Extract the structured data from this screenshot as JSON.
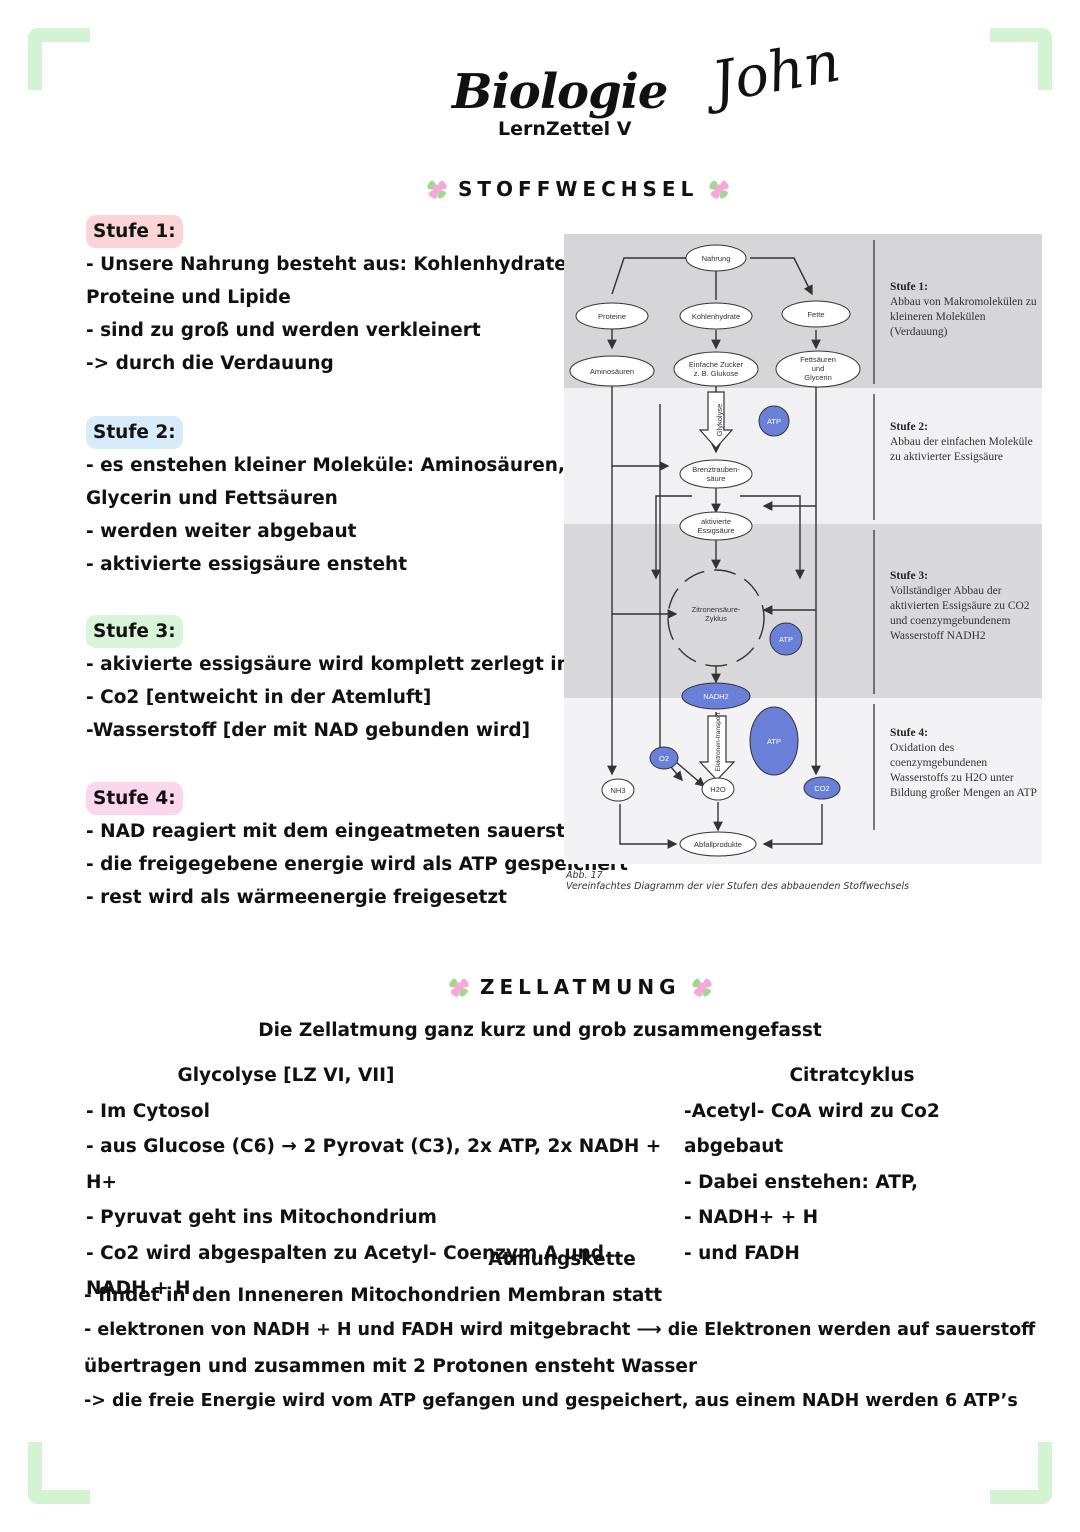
{
  "header": {
    "title": "Biologie",
    "subtitle": "LernZettel V",
    "signature": "John"
  },
  "stoffwechsel": {
    "heading": "STOFFWECHSEL",
    "stages": [
      {
        "label": "Stufe 1:",
        "color": "#fbd5d5",
        "lines": [
          "- Unsere Nahrung besteht aus: Kohlenhydraten,",
          "Proteine und Lipide",
          "- sind zu groß und werden verkleinert",
          "-> durch die Verdauung"
        ]
      },
      {
        "label": "Stufe 2:",
        "color": "#d7ebfb",
        "lines": [
          "- es enstehen kleiner Moleküle: Aminosäuren,",
          "Glycerin und Fettsäuren",
          "- werden weiter abgebaut",
          "- aktivierte essigsäure ensteht"
        ]
      },
      {
        "label": "Stufe 3:",
        "color": "#d9f5d9",
        "lines": [
          "- akivierte essigsäure wird komplett zerlegt in:",
          "- Co2 [entweicht in der Atemluft]",
          "-Wasserstoff [der mit NAD gebunden wird]"
        ]
      },
      {
        "label": "Stufe 4:",
        "color": "#fbd7ee",
        "lines": [
          "- NAD reagiert mit dem eingeatmeten sauerstoff",
          "- die freigegebene energie wird als ATP gespeichert",
          "- rest wird als wärmeenergie freigesetzt"
        ]
      }
    ]
  },
  "diagram": {
    "nodes": {
      "nahrung": "Nahrung",
      "proteine": "Proteine",
      "kohlenhydrate": "Kohlenhydrate",
      "fette": "Fette",
      "aminosaeuren": "Aminosäuren",
      "zucker1": "Einfache Zucker",
      "zucker2": "z. B. Glukose",
      "fettsaeuren1": "Fettsäuren",
      "fettsaeuren2": "und",
      "fettsaeuren3": "Glycerin",
      "glykolyse": "Glykolyse",
      "atp": "ATP",
      "brenz1": "Brenztrauben-",
      "brenz2": "säure",
      "essig1": "aktivierte",
      "essig2": "Essigsäure",
      "zitronen1": "Zitronensäure-",
      "zitronen2": "Zyklus",
      "nadh": "NADH2",
      "elektronen": "Elektronen-transport",
      "o2": "O2",
      "nh3": "NH3",
      "h2o": "H2O",
      "co2": "CO2",
      "abfall": "Abfallprodukte"
    },
    "legend": [
      {
        "title": "Stufe 1:",
        "text": "Abbau von Makromolekülen zu kleineren Molekülen (Verdauung)"
      },
      {
        "title": "Stufe 2:",
        "text": "Abbau der einfachen Moleküle zu aktivierter Essigsäure"
      },
      {
        "title": "Stufe 3:",
        "text": "Vollständiger Abbau der aktivierten Essigsäure zu CO2 und coenzymgebundenem Wasserstoff NADH2"
      },
      {
        "title": "Stufe 4:",
        "text": "Oxidation des coenzymgebundenen Wasserstoffs zu H2O unter Bildung großer Mengen an ATP"
      }
    ],
    "caption1": "Abb. 17",
    "caption2": "Vereinfachtes Diagramm der vier Stufen des abbauenden Stoffwechsels"
  },
  "zellatmung": {
    "heading": "ZELLATMUNG",
    "intro": "Die Zellatmung ganz kurz und grob zusammengefasst",
    "glycolyse": {
      "title": "Glycolyse [LZ VI, VII]",
      "lines": [
        "- Im Cytosol",
        "- aus Glucose (C6) → 2 Pyrovat (C3), 2x ATP, 2x NADH + H+",
        "- Pyruvat geht ins Mitochondrium",
        "- Co2 wird abgespalten zu Acetyl- Coenzym A und NADH + H"
      ]
    },
    "citratcyklus": {
      "title": "Citratcyklus",
      "lines": [
        "-Acetyl- CoA wird zu Co2 abgebaut",
        "- Dabei enstehen: ATP,",
        "- NADH+ + H",
        "- und FADH"
      ]
    },
    "atmungskette": {
      "title": "Atmungskette",
      "lines": [
        "- findet in den Inneneren Mitochondrien Membran statt",
        "- elektronen von NADH + H und FADH wird mitgebracht ⟶ die Elektronen werden auf sauerstoff",
        "übertragen und zusammen mit 2 Protonen ensteht Wasser",
        "-> die freie Energie wird vom ATP gefangen und gespeichert, aus einem NADH werden 6 ATP’s"
      ]
    }
  }
}
